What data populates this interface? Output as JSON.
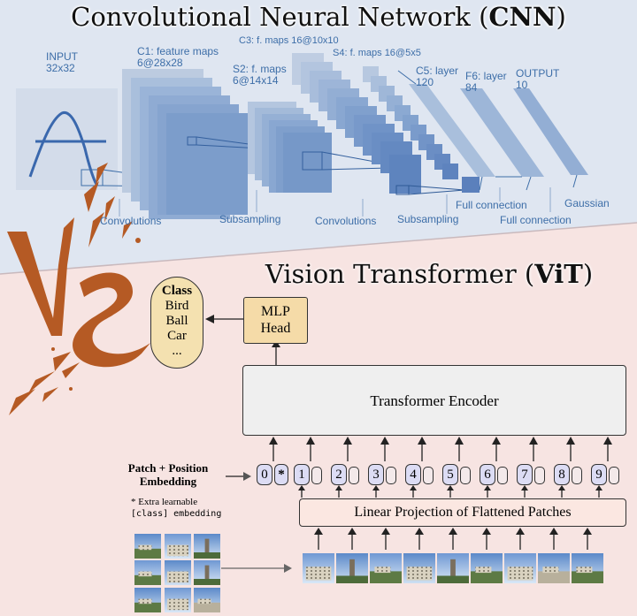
{
  "cnn": {
    "title_normal": "Convolutional Neural Network (",
    "title_bold": "CNN",
    "title_close": ")",
    "stage_labels": {
      "input_title": "INPUT",
      "input_size": "32x32",
      "c1_title": "C1: feature maps",
      "c1_size": "6@28x28",
      "s2_title": "S2: f. maps",
      "s2_size": "6@14x14",
      "c3": "C3: f. maps 16@10x10",
      "s4": "S4: f. maps 16@5x5",
      "c5_title": "C5: layer",
      "c5_size": "120",
      "f6_title": "F6: layer",
      "f6_size": "84",
      "out_title": "OUTPUT",
      "out_size": "10"
    },
    "operations": {
      "conv1": "Convolutions",
      "sub1": "Subsampling",
      "conv2": "Convolutions",
      "sub2": "Subsampling",
      "full1": "Full connection",
      "full2": "Full connection",
      "gauss": "Gaussian"
    }
  },
  "vit": {
    "title_normal": "Vision Transformer (",
    "title_bold": "ViT",
    "title_close": ")",
    "class_box": {
      "title": "Class",
      "items": [
        "Bird",
        "Ball",
        "Car",
        "..."
      ]
    },
    "mlp_head": [
      "MLP",
      "Head"
    ],
    "encoder": "Transformer Encoder",
    "embedding_label": [
      "Patch + Position",
      "Embedding"
    ],
    "extra_note_1": "* Extra learnable",
    "extra_note_2": "[class] embedding",
    "projection": "Linear Projection of Flattened Patches",
    "tokens": [
      "0",
      "1",
      "2",
      "3",
      "4",
      "5",
      "6",
      "7",
      "8",
      "9"
    ],
    "class_token_marker": "*"
  },
  "colors": {
    "cnn_bg": "#dfe6f1",
    "vit_bg": "#f7e4e2",
    "cnn_layer": "#8fb0d6",
    "cnn_text": "#3d6ea8",
    "token_fill": "#dcdcf4",
    "mlp_fill": "#f5dba8",
    "class_fill": "#f4e1b0",
    "encoder_fill": "#efefef",
    "projection_fill": "#fbe7e1",
    "vs_color": "#b55a24"
  }
}
